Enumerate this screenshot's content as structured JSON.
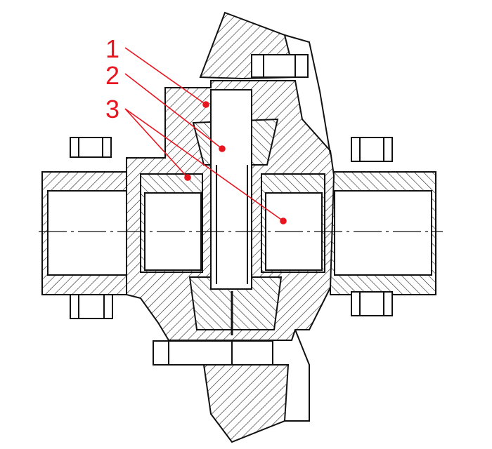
{
  "labels": [
    {
      "text": "1"
    },
    {
      "text": "2"
    },
    {
      "text": "3"
    }
  ],
  "colors": {
    "annotation": "#e8141e",
    "line": "#111111",
    "background": "#ffffff"
  }
}
